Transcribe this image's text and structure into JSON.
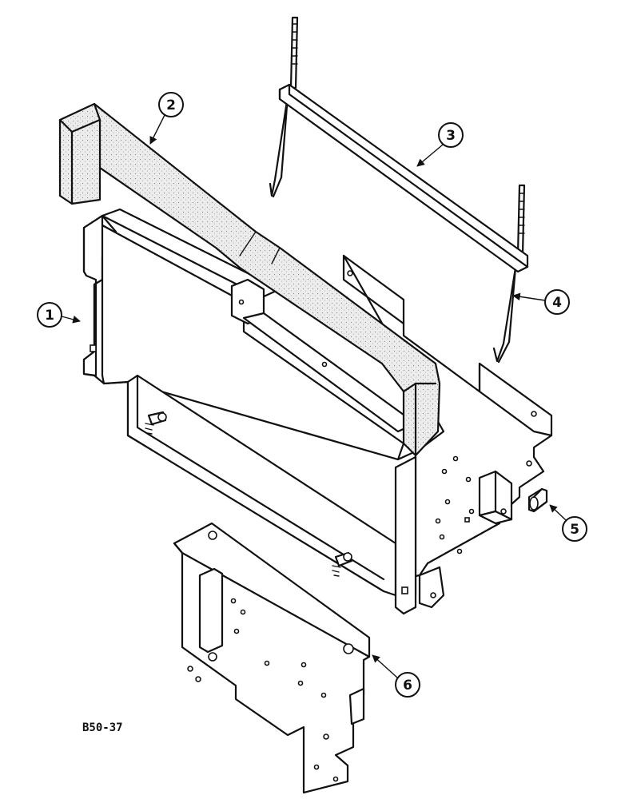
{
  "figure": {
    "code": "B50-37"
  },
  "callouts": [
    {
      "id": "1",
      "label": "1"
    },
    {
      "id": "2",
      "label": "2"
    },
    {
      "id": "3",
      "label": "3"
    },
    {
      "id": "4",
      "label": "4"
    },
    {
      "id": "5",
      "label": "5"
    },
    {
      "id": "6",
      "label": "6"
    }
  ]
}
